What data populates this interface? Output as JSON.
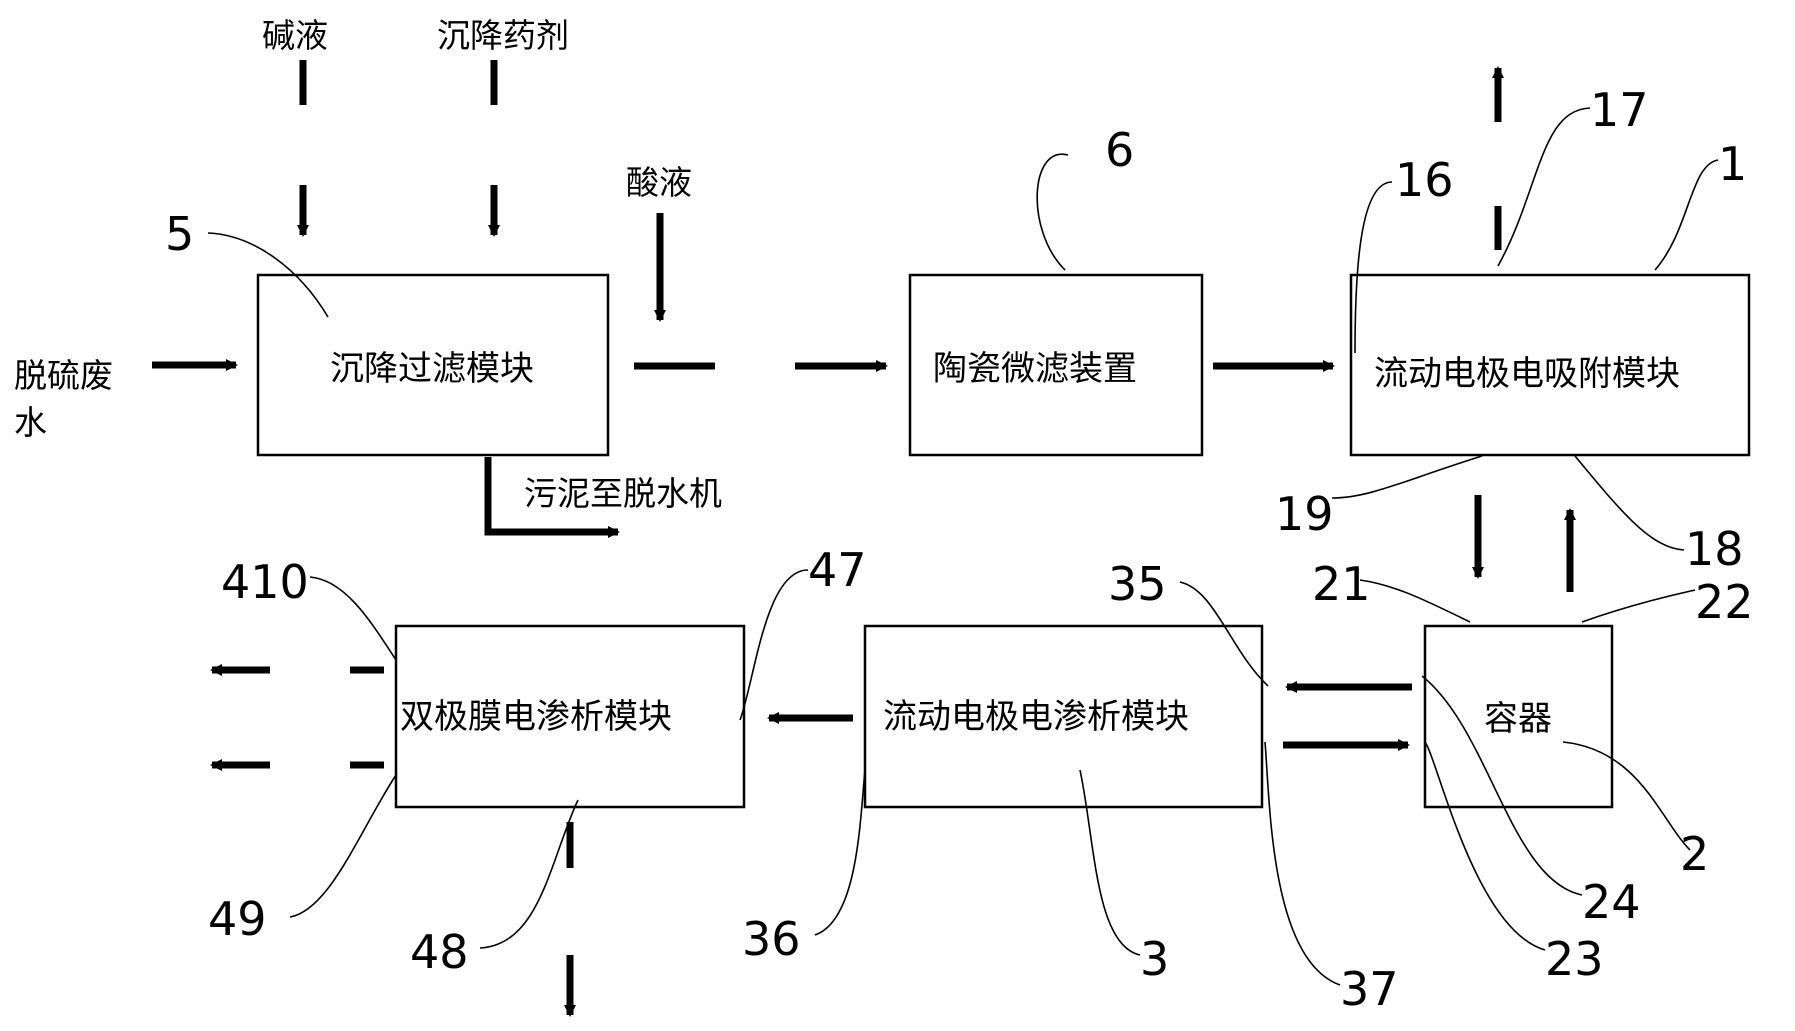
{
  "boxes": {
    "settling": "沉降过滤模块",
    "ceramic": "陶瓷微滤装置",
    "fcdi": "流动电极电吸附模块",
    "container": "容器",
    "fced": "流动电极电渗析模块",
    "bped": "双极膜电渗析模块"
  },
  "inputs": {
    "alkali": "碱液",
    "settling_agent": "沉降药剂",
    "acid": "酸液",
    "wastewater_line1": "脱硫废",
    "wastewater_line2": "水",
    "sludge": "污泥至脱水机"
  },
  "labels": {
    "n1": "1",
    "n2": "2",
    "n3": "3",
    "n5": "5",
    "n6": "6",
    "n16": "16",
    "n17": "17",
    "n18": "18",
    "n19": "19",
    "n21": "21",
    "n22": "22",
    "n23": "23",
    "n24": "24",
    "n35": "35",
    "n36": "36",
    "n37": "37",
    "n47": "47",
    "n48": "48",
    "n49": "49",
    "n410": "410"
  }
}
